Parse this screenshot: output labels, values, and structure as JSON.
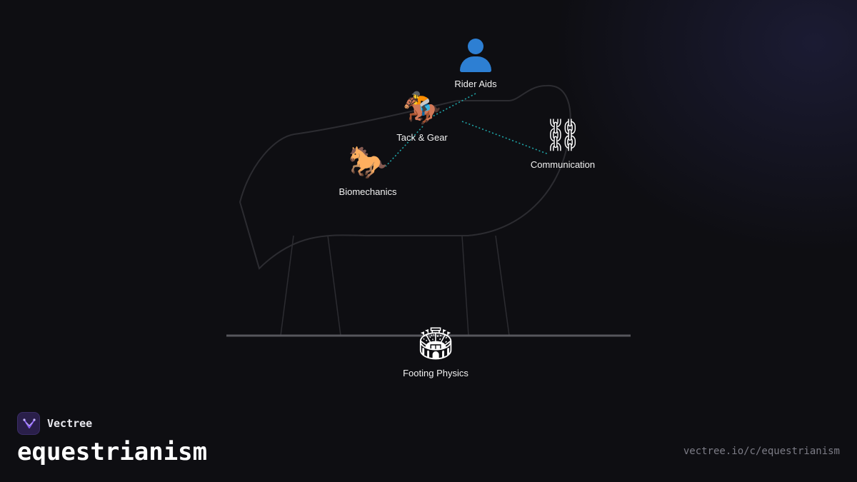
{
  "nodes": {
    "rider": {
      "icon": "person-icon",
      "label": "Rider Aids"
    },
    "tack": {
      "icon": "jockey-horse-racing-icon",
      "glyph": "🏇",
      "label": "Tack & Gear"
    },
    "communication": {
      "icon": "chain-links-icon",
      "glyph": "⛓",
      "label": "Communication"
    },
    "biomechanics": {
      "icon": "horse-icon",
      "glyph": "🐎",
      "label": "Biomechanics"
    },
    "footing": {
      "icon": "stadium-icon",
      "glyph": "🏟",
      "label": "Footing Physics"
    }
  },
  "edges": [
    {
      "from": "rider",
      "to": "tack",
      "style": "dotted",
      "color": "#1fa5a8"
    },
    {
      "from": "tack",
      "to": "biomechanics",
      "style": "dotted",
      "color": "#1fa5a8"
    },
    {
      "from": "tack",
      "to": "communication",
      "style": "dotted",
      "color": "#1fa5a8"
    }
  ],
  "brand": {
    "name": "Vectree",
    "logo_icon": "vectree-logo-icon",
    "accent": "#8b5cf6"
  },
  "title": "equestrianism",
  "url": "vectree.io/c/equestrianism",
  "colors": {
    "background": "#0e0e12",
    "silhouette": "#2c2c31",
    "ground_line": "#56565c",
    "edge": "#1fa5a8"
  }
}
